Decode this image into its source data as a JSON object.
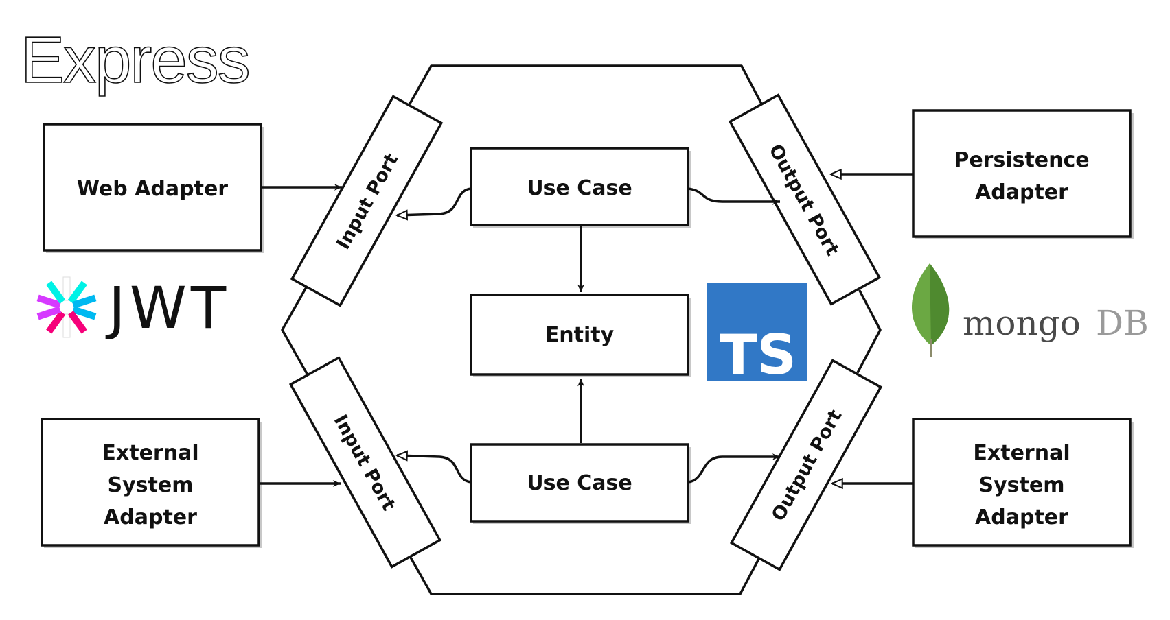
{
  "logos": {
    "express": "Express",
    "jwt": "JWT",
    "typescript": "TS",
    "mongodb_main": "mongo",
    "mongodb_suffix": "DB"
  },
  "colors": {
    "stroke": "#111111",
    "box_fill": "#ffffff",
    "shadow": "#c8c8c8",
    "typescript_blue": "#3178c6",
    "mongo_leaf_light": "#6ba843",
    "mongo_leaf_dark": "#4f8a2f",
    "jwt_pink": "#f6007a",
    "jwt_purple": "#d63aff",
    "jwt_cyan": "#00b9f1",
    "jwt_green": "#00f2e6"
  },
  "adapters": {
    "web": [
      "Web Adapter"
    ],
    "external_left": [
      "External",
      "System",
      "Adapter"
    ],
    "persistence": [
      "Persistence",
      "Adapter"
    ],
    "external_right": [
      "External",
      "System",
      "Adapter"
    ]
  },
  "core": {
    "use_case_top": "Use Case",
    "entity": "Entity",
    "use_case_bottom": "Use Case"
  },
  "ports": {
    "input_top": "Input Port",
    "input_bottom": "Input Port",
    "output_top": "Output Port",
    "output_bottom": "Output Port"
  }
}
